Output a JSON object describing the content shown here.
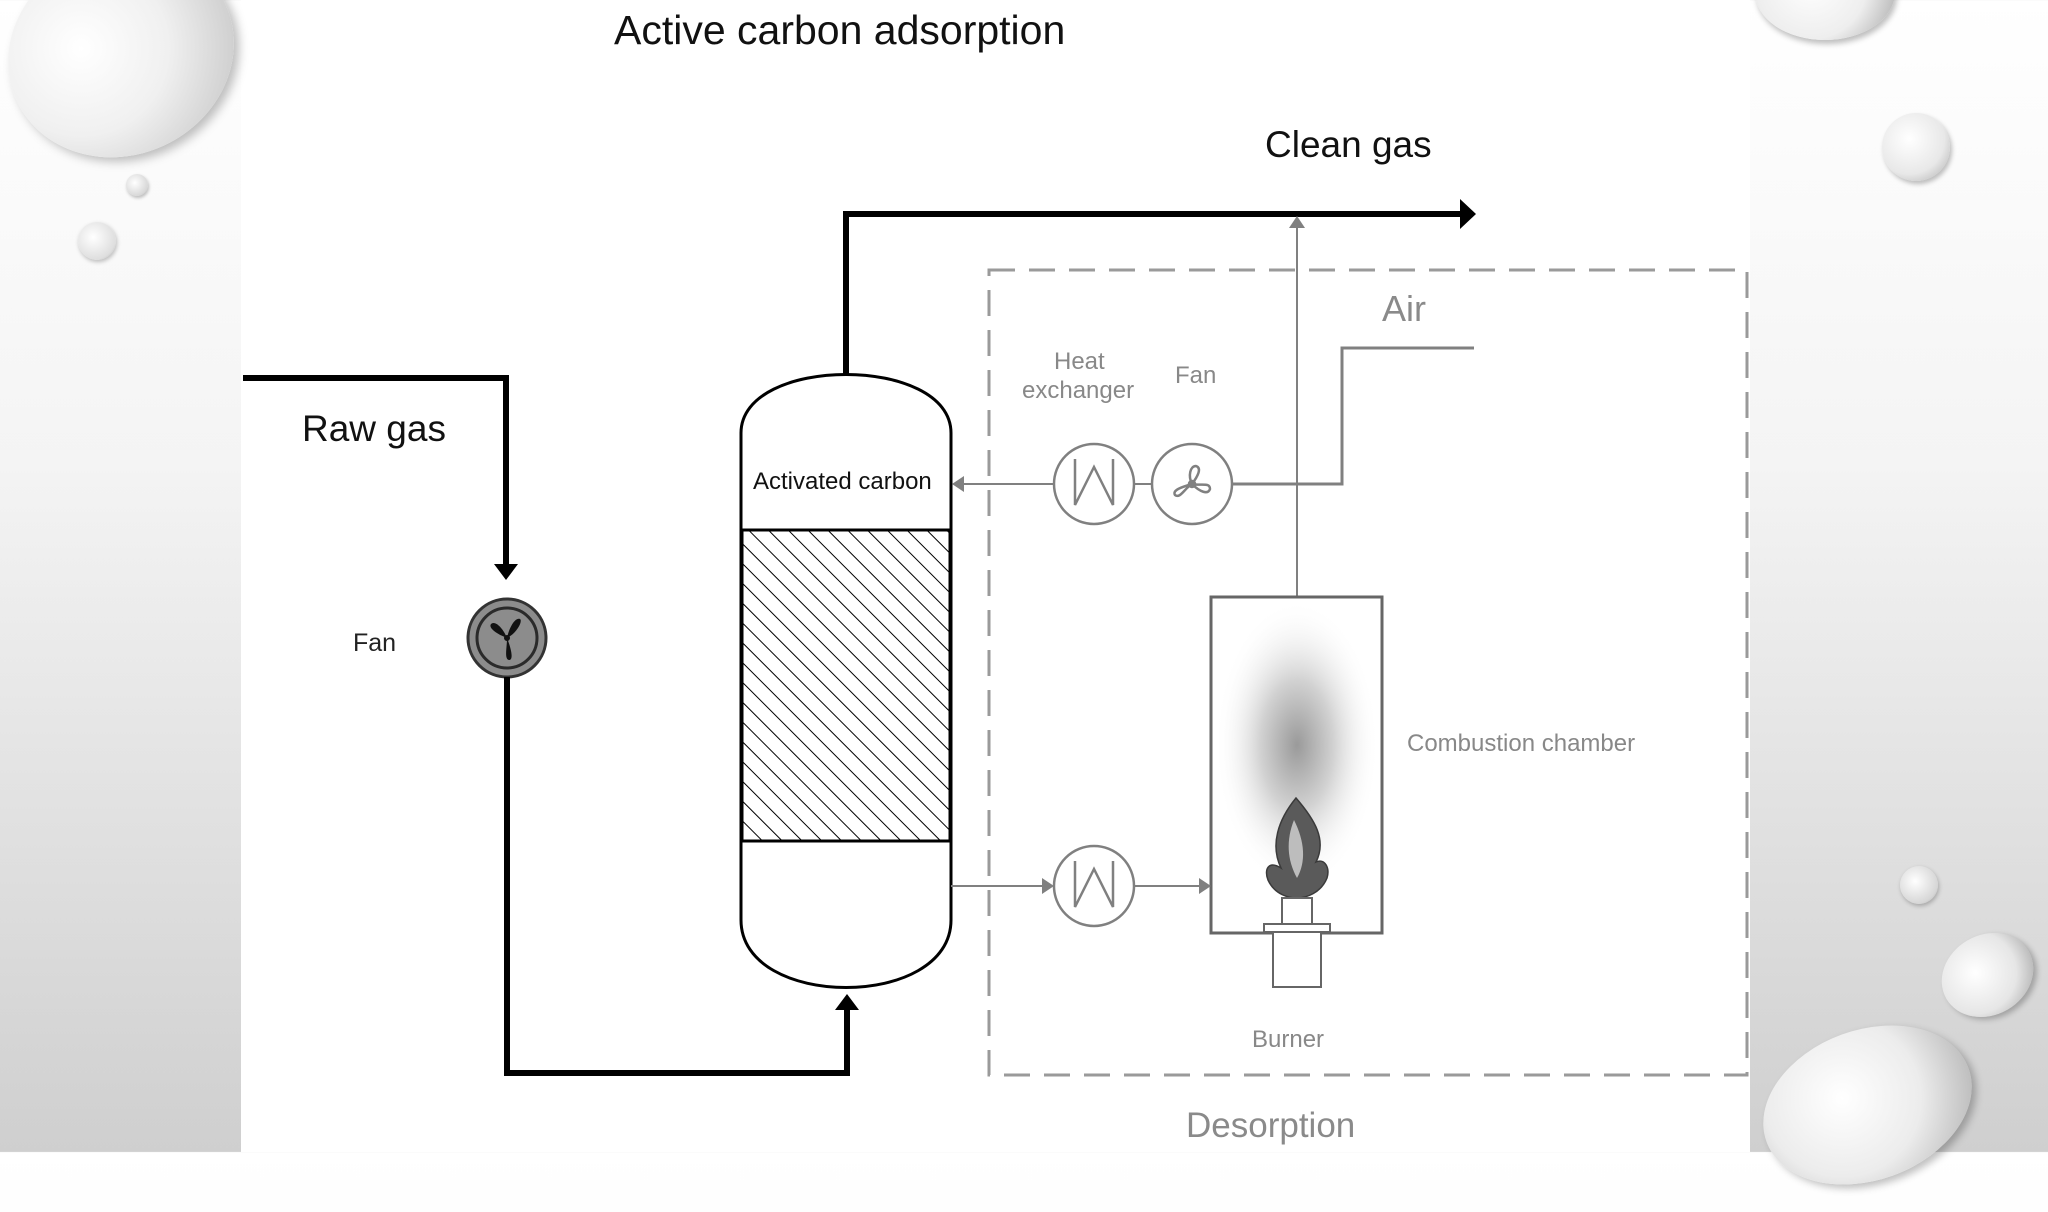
{
  "title": "Active carbon adsorption",
  "labels": {
    "clean_gas": "Clean gas",
    "air": "Air",
    "raw_gas": "Raw gas",
    "heat_exchanger_line1": "Heat",
    "heat_exchanger_line2": "exchanger",
    "fan_top": "Fan",
    "fan_left": "Fan",
    "activated_carbon": "Activated carbon",
    "combustion_chamber": "Combustion chamber",
    "burner": "Burner",
    "desorption": "Desorption"
  },
  "colors": {
    "main_line": "#000000",
    "desorption_line": "#808080",
    "dashed_box": "#9a9a9a",
    "fan_fill": "#8c8c8c"
  }
}
